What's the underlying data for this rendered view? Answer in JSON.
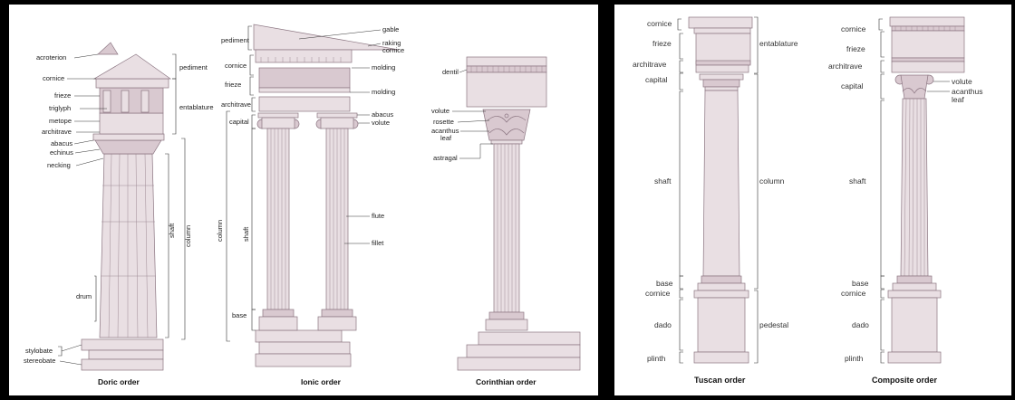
{
  "doric": {
    "title": "Doric order",
    "labels": {
      "acroterion": "acroterion",
      "cornice": "cornice",
      "frieze": "frieze",
      "triglyph": "triglyph",
      "metope": "metope",
      "architrave": "architrave",
      "abacus": "abacus",
      "echinus": "echinus",
      "necking": "necking",
      "drum": "drum",
      "stylobate": "stylobate",
      "stereobate": "stereobate",
      "pediment": "pediment",
      "entablature": "entablature",
      "shaft": "shaft",
      "column": "column"
    }
  },
  "ionic": {
    "title": "Ionic order",
    "labels": {
      "pediment": "pediment",
      "cornice": "cornice",
      "frieze": "frieze",
      "architrave": "architrave",
      "capital": "capital",
      "column": "column",
      "shaft": "shaft",
      "base": "base",
      "gable": "gable",
      "raking_cornice": "raking\ncornice",
      "molding_upper": "molding",
      "molding_lower": "molding",
      "abacus": "abacus",
      "volute": "volute",
      "flute": "flute",
      "fillet": "fillet"
    }
  },
  "corinthian": {
    "title": "Corinthian order",
    "labels": {
      "dentil": "dentil",
      "volute": "volute",
      "rosette": "rosette",
      "acanthus_leaf": "acanthus\nleaf",
      "astragal": "astragal"
    }
  },
  "tuscan": {
    "title": "Tuscan order",
    "labels": {
      "cornice": "cornice",
      "frieze": "frieze",
      "architrave": "architrave",
      "capital": "capital",
      "shaft": "shaft",
      "base": "base",
      "cornice_pedestal": "cornice",
      "dado": "dado",
      "plinth": "plinth",
      "entablature": "entablature",
      "column": "column",
      "pedestal": "pedestal"
    }
  },
  "composite": {
    "title": "Composite order",
    "labels": {
      "cornice": "cornice",
      "frieze": "frieze",
      "architrave": "architrave",
      "capital": "capital",
      "shaft": "shaft",
      "base": "base",
      "cornice_pedestal": "cornice",
      "dado": "dado",
      "plinth": "plinth",
      "volute": "volute",
      "acanthus_leaf": "acanthus\nleaf"
    }
  },
  "colors": {
    "stone": "#e9dfe3",
    "stone_dark": "#d9c9d0",
    "outline": "#8a7480",
    "frame": "#000000"
  }
}
